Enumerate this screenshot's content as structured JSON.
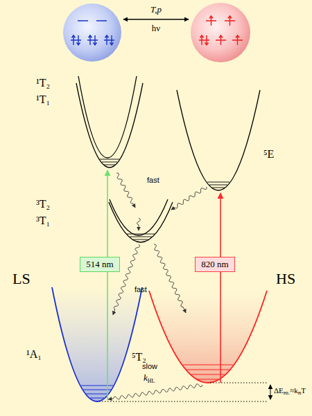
{
  "diagram": {
    "nodes": [
      {
        "text": [
          "514 nm"
        ]
      },
      {
        "text": [
          "820 nm"
        ]
      }
    ],
    "labels": [
      "T,p",
      "hν",
      "¹T₂",
      "¹T₁",
      "⁵E",
      "fast",
      "³T₂",
      "³T₁",
      "LS",
      "HS",
      "fast",
      "¹A₁",
      "⁵T₂",
      "slow",
      "k",
      "HL",
      "ΔE",
      "HL",
      "≈k",
      "B",
      "T"
    ]
  }
}
